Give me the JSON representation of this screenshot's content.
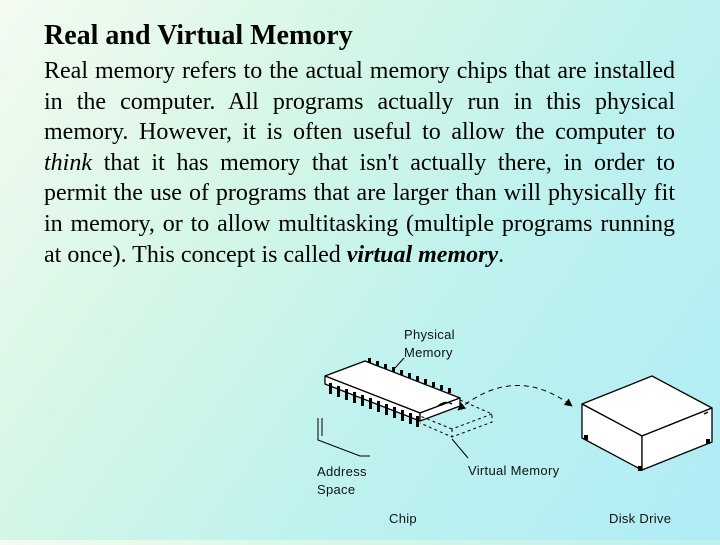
{
  "slide": {
    "title": "Real and Virtual Memory",
    "body": {
      "intro": "Real memory refers to the actual memory chips that are installed in the computer. All programs actually run in this physical memory. However, it is often useful to allow the computer to ",
      "think_word": "think",
      "middle": " that it has memory that isn't actually there, in order to permit the use of programs that are larger than will physically fit in memory, or to allow multitasking (multiple programs running at once). This concept is called ",
      "term": "virtual memory",
      "end": "."
    }
  },
  "diagram": {
    "physical_memory_line1": "Physical",
    "physical_memory_line2": "Memory",
    "address_space_line1": "Address",
    "address_space_line2": "Space",
    "virtual_memory": "Virtual Memory",
    "chip": "Chip",
    "disk_drive": "Disk Drive"
  }
}
